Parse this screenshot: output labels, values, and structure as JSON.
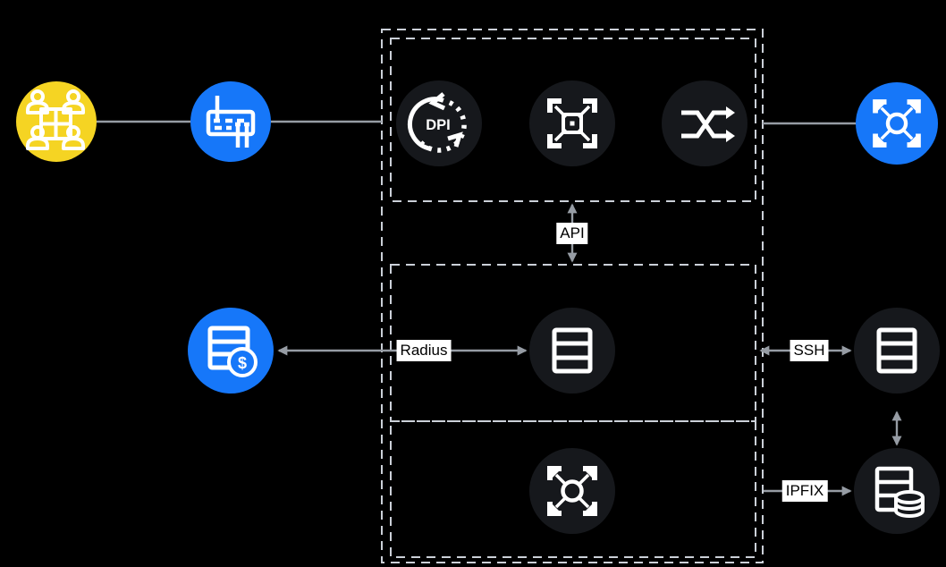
{
  "colors": {
    "bg": "#000000",
    "yellow": "#F5D423",
    "blue": "#1677F9",
    "node_dark": "#16181C",
    "dash": "#CBD0D8",
    "line": "#969CA4",
    "icon": "#FFFFFF",
    "label_bg": "#FFFFFF",
    "label_text": "#000000"
  },
  "labels": {
    "api": "API",
    "radius": "Radius",
    "ssh": "SSH",
    "ipfix": "IPFIX"
  },
  "icons": {
    "dpi_text": "DPI",
    "currency_symbol": "$"
  },
  "nodes": [
    {
      "id": "subscribers",
      "icon": "users-group-icon",
      "color": "yellow"
    },
    {
      "id": "access-switch",
      "icon": "network-switch-icon",
      "color": "blue"
    },
    {
      "id": "dpi-engine",
      "icon": "dpi-cycle-icon",
      "color": "dark"
    },
    {
      "id": "core-platform",
      "icon": "frame-square-icon",
      "color": "dark"
    },
    {
      "id": "traffic-shuffle",
      "icon": "shuffle-icon",
      "color": "dark"
    },
    {
      "id": "edge-router",
      "icon": "frame-arrows-icon",
      "color": "blue"
    },
    {
      "id": "billing-system",
      "icon": "billing-server-icon",
      "color": "blue"
    },
    {
      "id": "radius-server",
      "icon": "server-rack-icon",
      "color": "dark"
    },
    {
      "id": "management-server",
      "icon": "server-rack-icon",
      "color": "dark"
    },
    {
      "id": "distribution-node",
      "icon": "frame-arrows-icon",
      "color": "dark"
    },
    {
      "id": "flow-database",
      "icon": "server-database-icon",
      "color": "dark"
    }
  ]
}
